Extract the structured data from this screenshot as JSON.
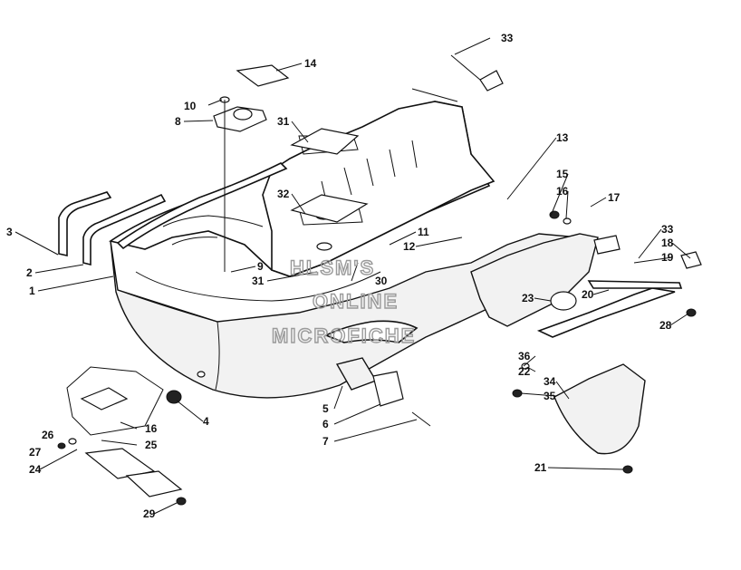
{
  "watermark": {
    "line1": "HLSM'S",
    "line2": "ONLINE",
    "line3": "MICROFICHE"
  },
  "labels": [
    "1",
    "2",
    "3",
    "4",
    "5",
    "6",
    "7",
    "8",
    "9",
    "10",
    "11",
    "12",
    "13",
    "14",
    "15",
    "16",
    "16",
    "17",
    "18",
    "19",
    "20",
    "21",
    "22",
    "23",
    "24",
    "25",
    "26",
    "27",
    "28",
    "29",
    "30",
    "31",
    "31",
    "32",
    "33",
    "33",
    "34",
    "35",
    "36"
  ]
}
